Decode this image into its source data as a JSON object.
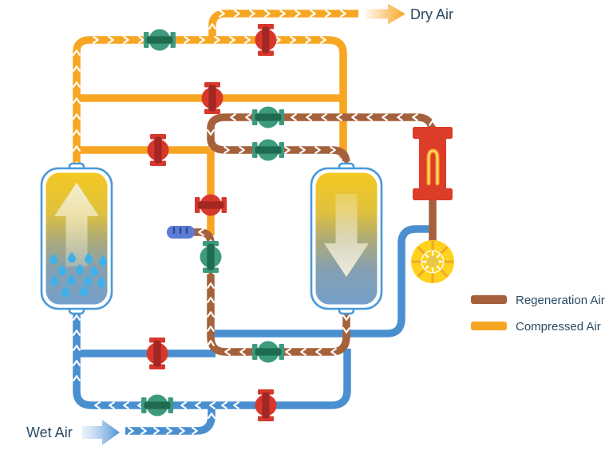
{
  "diagram": {
    "dry_air_label": "Dry Air",
    "wet_air_label": "Wet Air"
  },
  "legend": {
    "items": [
      {
        "label": "Regeneration Air",
        "color": "#A5613C"
      },
      {
        "label": "Compressed Air",
        "color": "#F7A623"
      }
    ]
  },
  "colors": {
    "regeneration": "#A5613C",
    "compressed": "#F7A623",
    "wet": "#4A8FD0",
    "valve_open": "#3E9A7C",
    "valve_open_band": "#1F6B50",
    "valve_closed": "#D7382C",
    "valve_closed_band": "#A32722",
    "heater": "#DC3D28",
    "heater_element": "#F7A623",
    "blower": "#FFD21E",
    "vessel": "#4A9AD8",
    "droplet": "#3FB0E8",
    "drain": "#5B7BD5",
    "label": "#2B4A63"
  }
}
